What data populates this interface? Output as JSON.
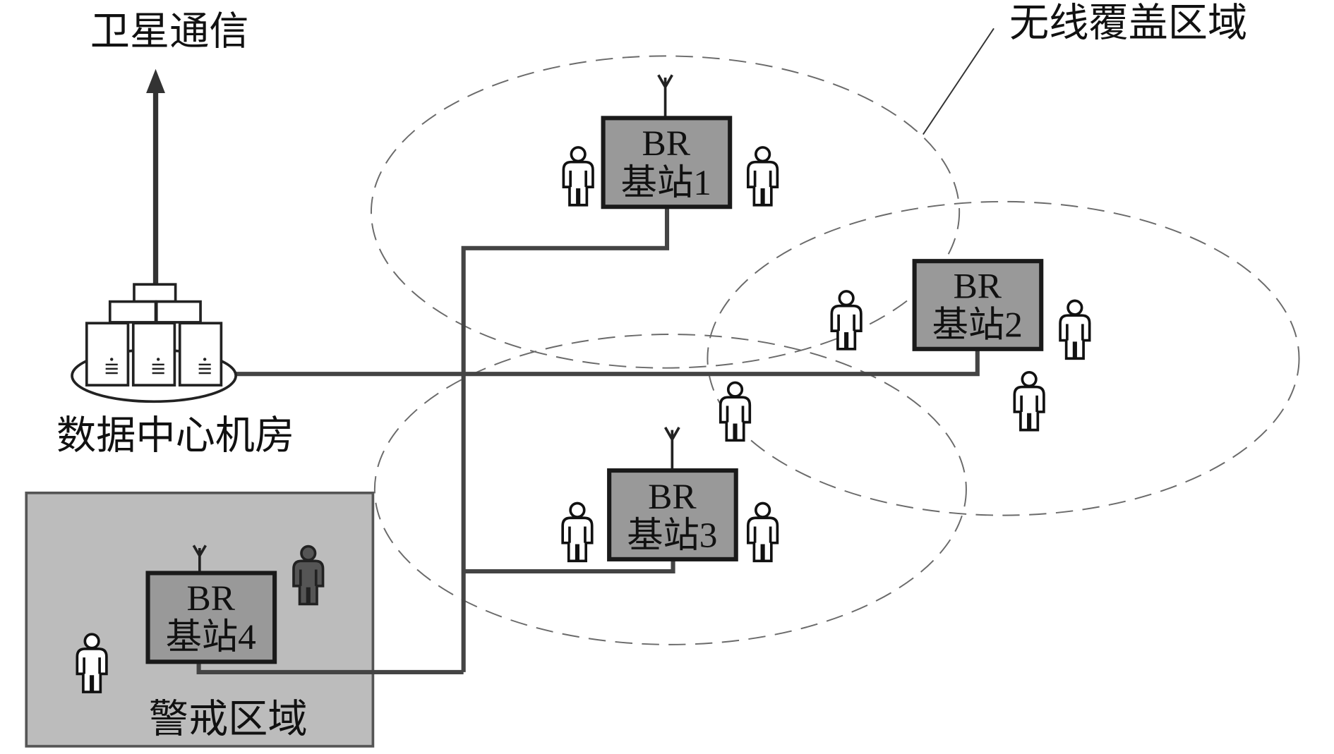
{
  "satellite": {
    "label": "卫星通信"
  },
  "data_center": {
    "label": "数据中心机房"
  },
  "coverage": {
    "label": "无线覆盖区域"
  },
  "alert_zone": {
    "label": "警戒区域"
  },
  "base_stations": [
    {
      "type": "BR",
      "name": "基站1"
    },
    {
      "type": "BR",
      "name": "基站2"
    },
    {
      "type": "BR",
      "name": "基站3"
    },
    {
      "type": "BR",
      "name": "基站4"
    }
  ],
  "colors": {
    "station_fill": "#999999",
    "alert_zone_fill": "#bcbcbc",
    "person_normal": "#ffffff",
    "person_alert": "#555555"
  },
  "icons": [
    "up-arrow-icon",
    "server-icon",
    "antenna-icon",
    "person-icon"
  ]
}
